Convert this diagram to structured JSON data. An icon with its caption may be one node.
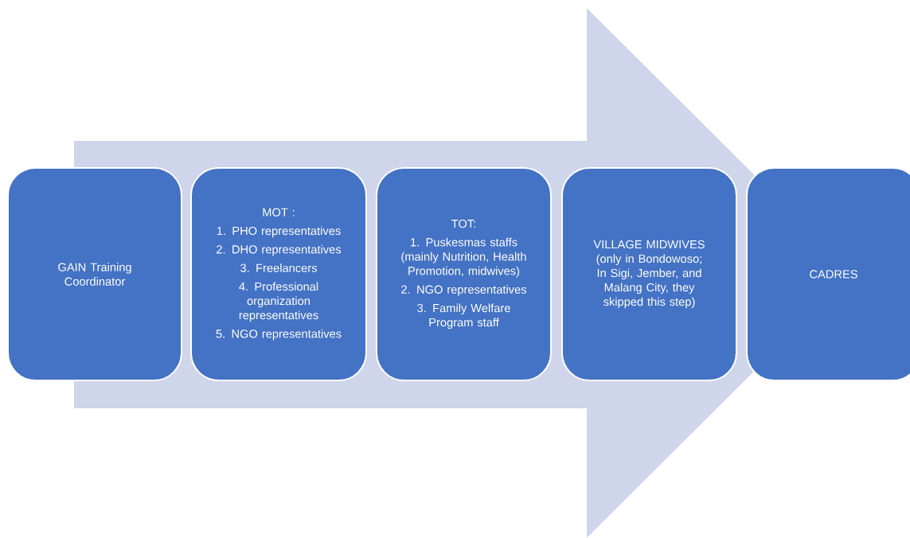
{
  "diagram": {
    "nodes": [
      {
        "text": [
          "GAIN Training Coordinator"
        ]
      },
      {
        "text": [
          "MOT :",
          "1. PHO representatives",
          "2. DHO representatives",
          "3. Freelancers",
          "4. Professional organization representatives",
          "5.  NGO representatives"
        ]
      },
      {
        "text": [
          "TOT:",
          "1. Puskesmas staffs (mainly Nutrition, Health Promotion, midwives)",
          "2. NGO representatives",
          "3. Family Welfare Program staff"
        ]
      },
      {
        "text": [
          "VILLAGE MIDWIVES (only in Bondowoso; In Sigi, Jember, and Malang City, they skipped this step)"
        ]
      },
      {
        "text": [
          "CADRES"
        ]
      }
    ],
    "edges": [
      {
        "from": 0,
        "to": 4,
        "arrow": "to"
      }
    ]
  }
}
